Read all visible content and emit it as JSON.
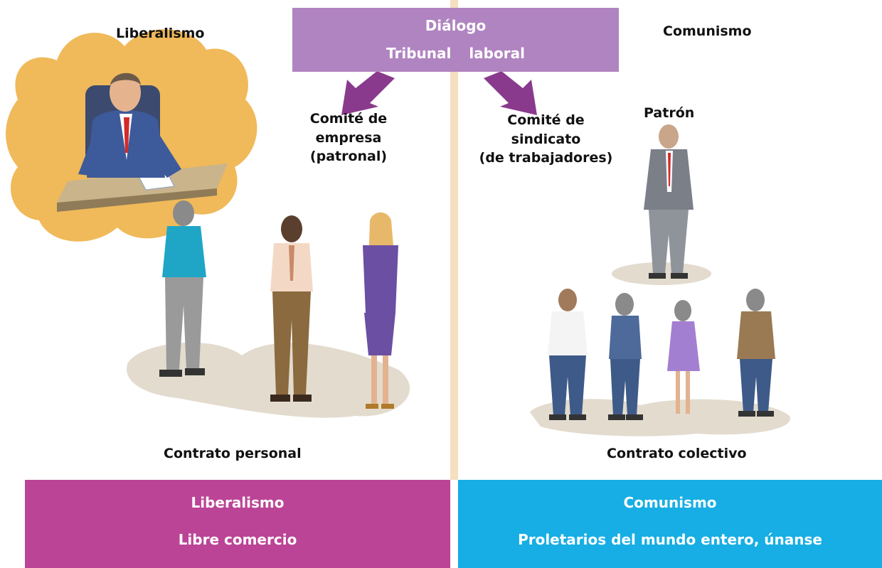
{
  "dialog": {
    "title": "Diálogo",
    "left_word": "Tribunal",
    "right_word": "laboral"
  },
  "left": {
    "heading": "Liberalismo",
    "committee": [
      "Comité de",
      "empresa",
      "(patronal)"
    ],
    "contract": "Contrato personal"
  },
  "right": {
    "heading": "Comunismo",
    "boss": "Patrón",
    "committee": [
      "Comité de",
      "sindicato",
      "(de trabajadores)"
    ],
    "contract": "Contrato colectivo"
  },
  "footer": {
    "left": {
      "title": "Liberalismo",
      "motto": "Libre comercio",
      "color": "#bb4496"
    },
    "right": {
      "title": "Comunismo",
      "motto": "Proletarios del mundo entero, únanse",
      "color": "#16aee4"
    }
  },
  "colors": {
    "dialog_box": "#b084c0",
    "arrow": "#8a3a8c",
    "divider": "#f5dfbf",
    "thought_cloud": "#f0b95a"
  }
}
